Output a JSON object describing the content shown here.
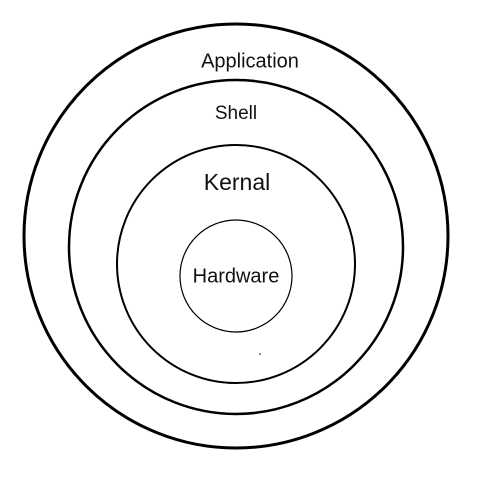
{
  "layers": {
    "application": "Application",
    "shell": "Shell",
    "kernel": "Kernal",
    "hardware": "Hardware"
  },
  "colors": {
    "background": "#ffffff",
    "stroke": "#000000",
    "text": "#111111"
  }
}
